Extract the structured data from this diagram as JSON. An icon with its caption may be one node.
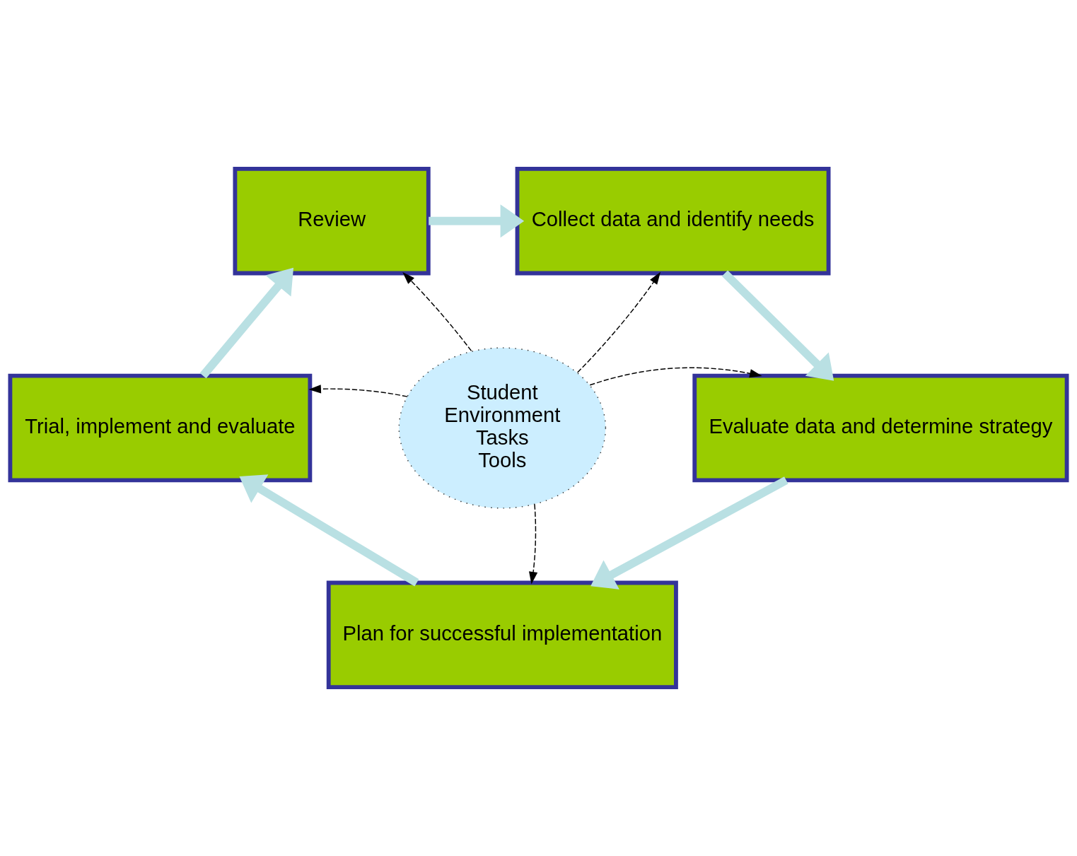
{
  "diagram": {
    "nodes": [
      {
        "text": [
          "Review"
        ]
      },
      {
        "text": [
          "Collect data and identify needs"
        ]
      },
      {
        "text": [
          "Evaluate data and determine strategy"
        ]
      },
      {
        "text": [
          "Plan for successful implementation"
        ]
      },
      {
        "text": [
          "Trial, implement and evaluate"
        ]
      },
      {
        "text": [
          "Student",
          "Environment",
          "Tasks",
          "Tools"
        ]
      }
    ],
    "edges": [
      {
        "from": 0,
        "to": 1,
        "arrow": "to",
        "style": "thick",
        "color": "#b9e0e3"
      },
      {
        "from": 1,
        "to": 2,
        "arrow": "to",
        "style": "thick",
        "color": "#b9e0e3"
      },
      {
        "from": 2,
        "to": 3,
        "arrow": "to",
        "style": "thick",
        "color": "#b9e0e3"
      },
      {
        "from": 3,
        "to": 4,
        "arrow": "to",
        "style": "thick",
        "color": "#b9e0e3"
      },
      {
        "from": 4,
        "to": 0,
        "arrow": "to",
        "style": "thick",
        "color": "#b9e0e3"
      },
      {
        "from": 5,
        "to": 0,
        "arrow": "to",
        "style": "dashed",
        "color": "#000000"
      },
      {
        "from": 5,
        "to": 1,
        "arrow": "to",
        "style": "dashed",
        "color": "#000000"
      },
      {
        "from": 5,
        "to": 4,
        "arrow": "to",
        "style": "dashed",
        "color": "#000000"
      },
      {
        "from": 5,
        "to": 2,
        "arrow": "to",
        "style": "dashed",
        "color": "#000000"
      },
      {
        "from": 5,
        "to": 3,
        "arrow": "to",
        "style": "dashed",
        "color": "#000000"
      }
    ]
  }
}
